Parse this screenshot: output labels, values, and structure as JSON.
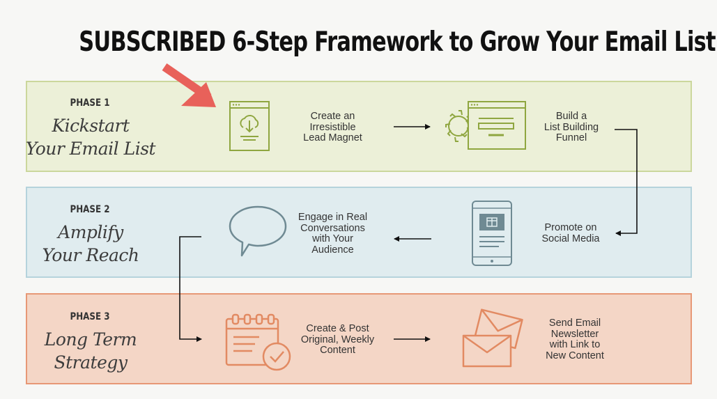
{
  "title": "SUBSCRIBED 6-Step Framework to Grow Your Email List",
  "colors": {
    "phase1": "#8fa640",
    "phase2": "#6f8a93",
    "phase3": "#e28a62",
    "accent_arrow": "#e8615a"
  },
  "phases": [
    {
      "label": "PHASE 1",
      "name_line1": "Kickstart",
      "name_line2": "Your Email List",
      "steps": [
        {
          "text": "Create an\nIrresistible\nLead Magnet",
          "icon": "download-window-icon"
        },
        {
          "text": "Build a\nList Building\nFunnel",
          "icon": "gear-window-icon"
        }
      ]
    },
    {
      "label": "PHASE 2",
      "name_line1": "Amplify",
      "name_line2": "Your Reach",
      "steps": [
        {
          "text": "Engage in Real\nConversations\nwith Your\nAudience",
          "icon": "speech-bubble-icon"
        },
        {
          "text": "Promote on\nSocial Media",
          "icon": "phone-icon"
        }
      ]
    },
    {
      "label": "PHASE 3",
      "name_line1": "Long Term",
      "name_line2": "Strategy",
      "steps": [
        {
          "text": "Create & Post\nOriginal, Weekly\nContent",
          "icon": "calendar-check-icon"
        },
        {
          "text": "Send Email\nNewsletter\nwith Link to\nNew Content",
          "icon": "envelopes-icon"
        }
      ]
    }
  ]
}
